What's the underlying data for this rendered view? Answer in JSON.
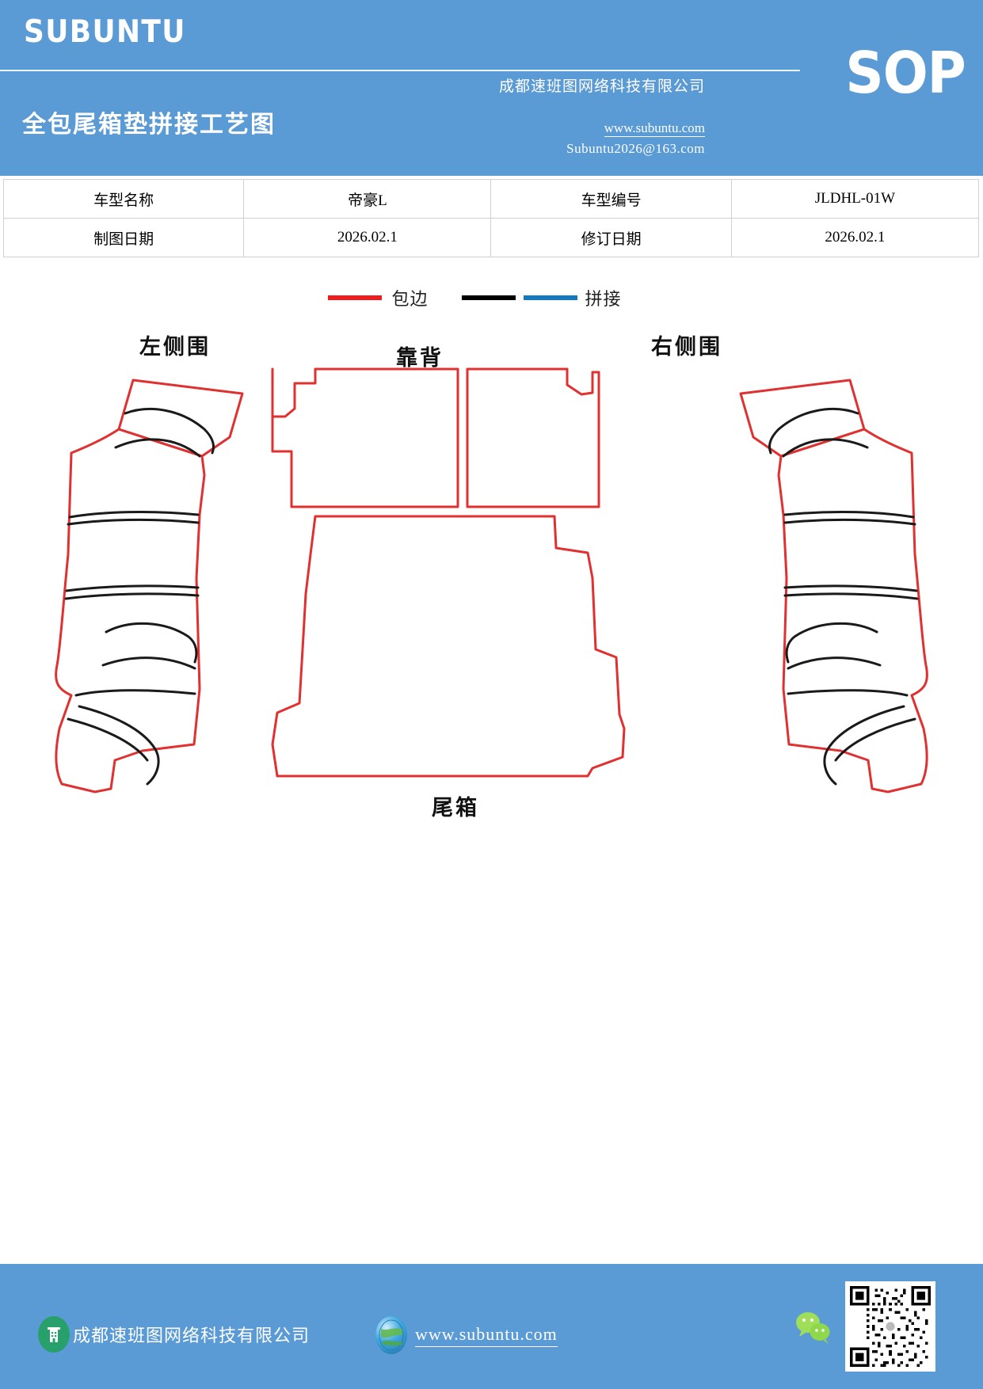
{
  "header": {
    "logo": "SUBUNTU",
    "badge": "SOP",
    "company": "成都速班图网络科技有限公司",
    "title": "全包尾箱垫拼接工艺图",
    "website": "www.subuntu.com",
    "email": "Subuntu2026@163.com",
    "bg_color": "#5B9BD5"
  },
  "info_table": {
    "rows": [
      {
        "label1": "车型名称",
        "value1": "帝豪L",
        "label2": "车型编号",
        "value2": "JLDHL-01W"
      },
      {
        "label1": "制图日期",
        "value1": "2026.02.1",
        "label2": "修订日期",
        "value2": "2026.02.1"
      }
    ]
  },
  "legend": {
    "items": [
      {
        "label": "包边",
        "color": "#ee1c1c"
      },
      {
        "label": "拼接",
        "color": "#000000",
        "color2": "#1479c0"
      }
    ]
  },
  "drawing": {
    "parts": [
      {
        "name": "左侧围"
      },
      {
        "name": "靠背"
      },
      {
        "name": "右侧围"
      },
      {
        "name": "尾箱"
      }
    ],
    "outline_color": "#e03030",
    "seam_color": "#1a1a1a"
  },
  "footer": {
    "company": "成都速班图网络科技有限公司",
    "website": "www.subuntu.com",
    "icons": [
      "building-icon",
      "globe-icon",
      "wechat-icon",
      "qr-code"
    ],
    "bg_color": "#5B9BD5"
  }
}
